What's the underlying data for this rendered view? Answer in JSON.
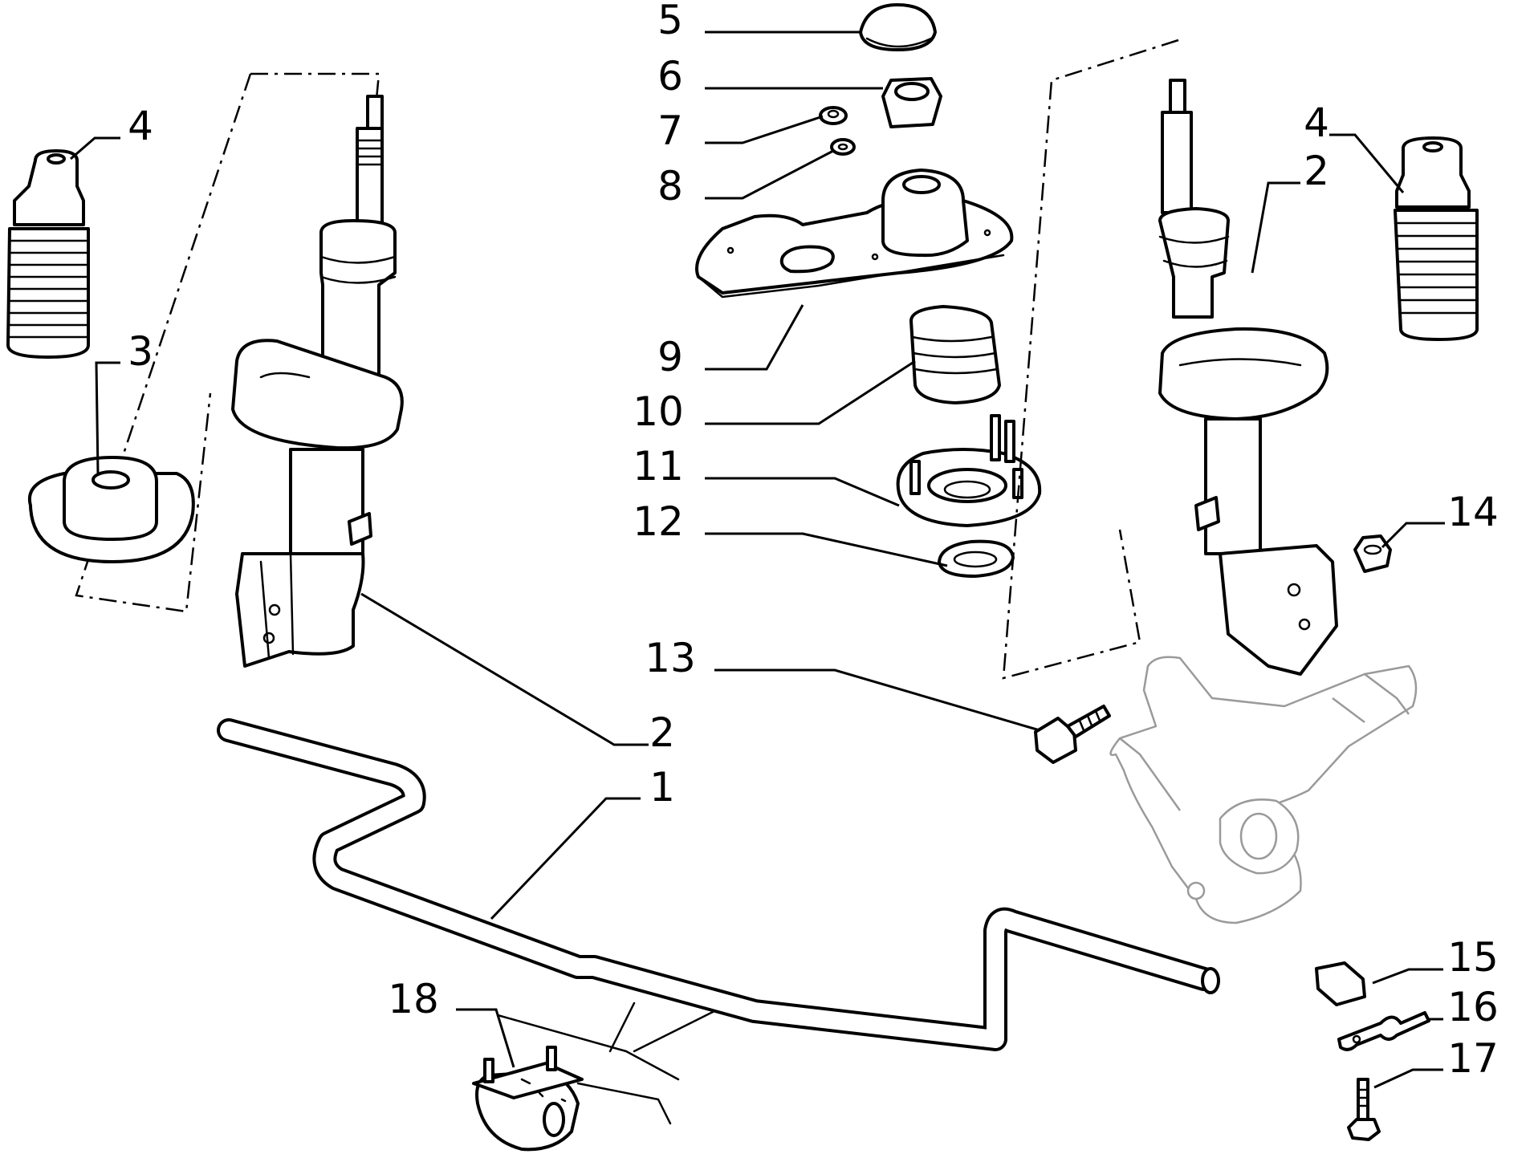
{
  "diagram": {
    "callouts": [
      {
        "id": "c5",
        "text": "5"
      },
      {
        "id": "c6",
        "text": "6"
      },
      {
        "id": "c7",
        "text": "7"
      },
      {
        "id": "c8",
        "text": "8"
      },
      {
        "id": "c4a",
        "text": "4"
      },
      {
        "id": "c3",
        "text": "3"
      },
      {
        "id": "c9",
        "text": "9"
      },
      {
        "id": "c10",
        "text": "10"
      },
      {
        "id": "c11",
        "text": "11"
      },
      {
        "id": "c12",
        "text": "12"
      },
      {
        "id": "c13",
        "text": "13"
      },
      {
        "id": "c2a",
        "text": "2"
      },
      {
        "id": "c1",
        "text": "1"
      },
      {
        "id": "c18",
        "text": "18"
      },
      {
        "id": "c4b",
        "text": "4"
      },
      {
        "id": "c2b",
        "text": "2"
      },
      {
        "id": "c14",
        "text": "14"
      },
      {
        "id": "c15",
        "text": "15"
      },
      {
        "id": "c16",
        "text": "16"
      },
      {
        "id": "c17",
        "text": "17"
      }
    ]
  }
}
